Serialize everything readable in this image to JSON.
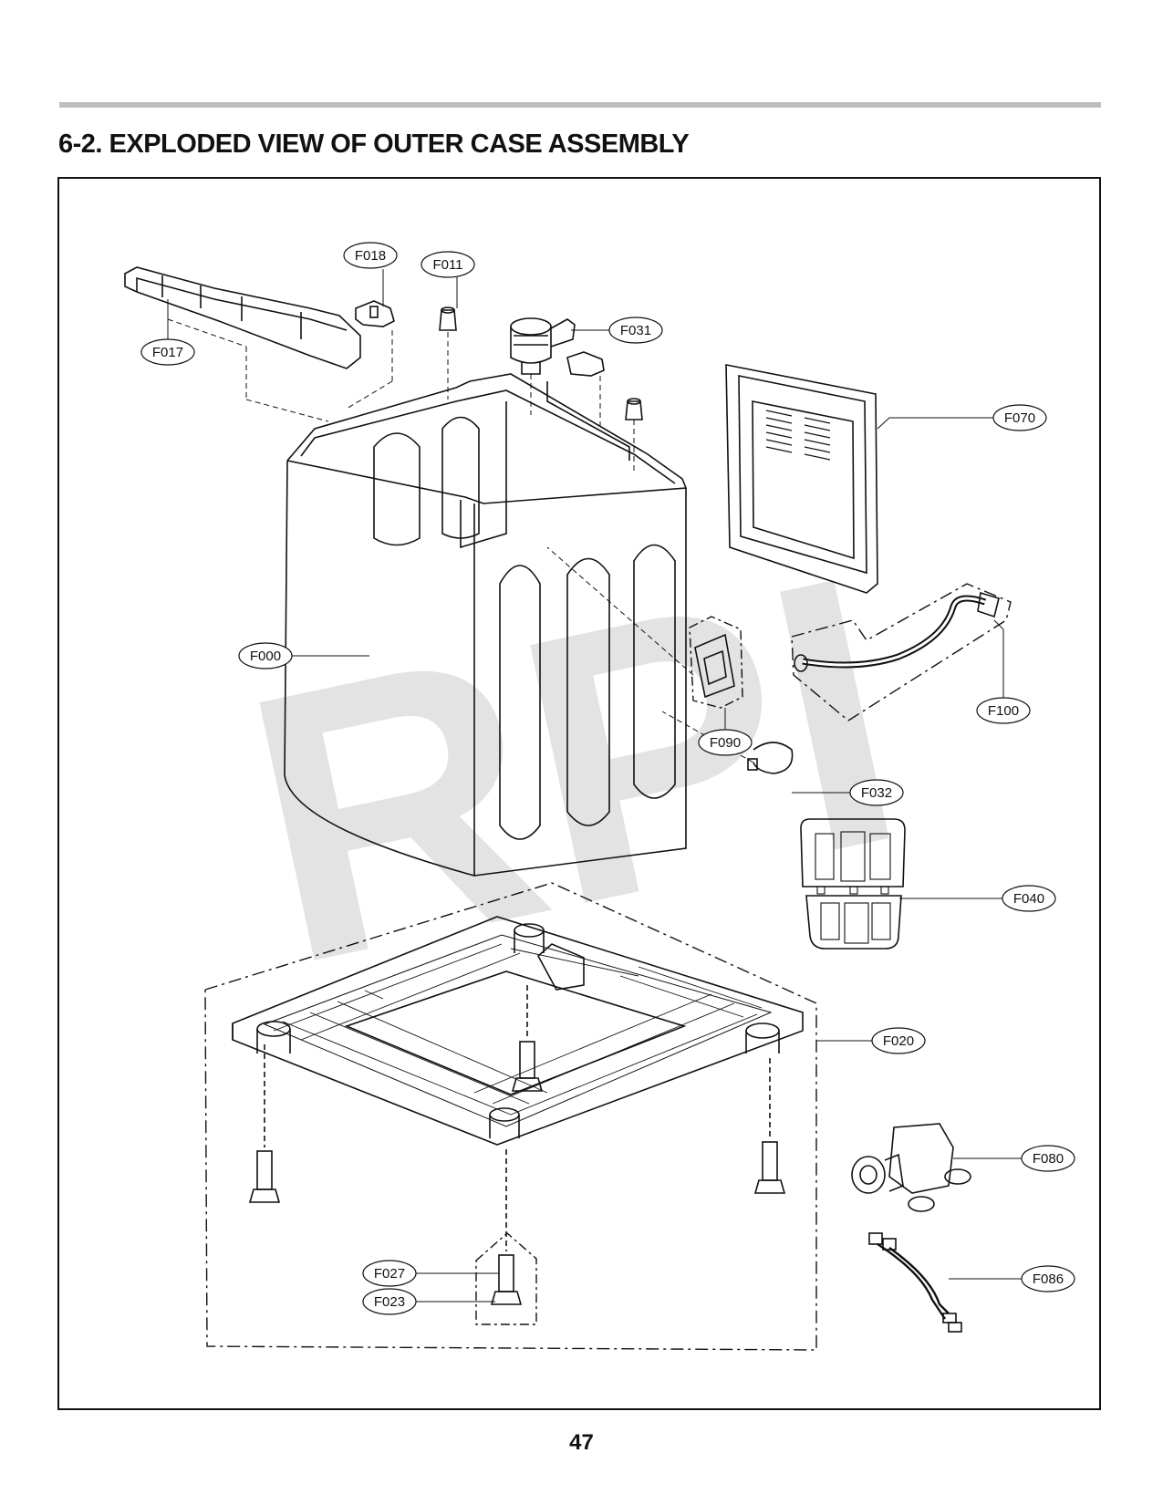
{
  "page": {
    "title": "6-2. EXPLODED VIEW OF OUTER CASE ASSEMBLY",
    "page_number": "47",
    "watermark": "RPI"
  },
  "parts": [
    {
      "id": "F000",
      "label": "F000"
    },
    {
      "id": "F011",
      "label": "F011"
    },
    {
      "id": "F017",
      "label": "F017"
    },
    {
      "id": "F018",
      "label": "F018"
    },
    {
      "id": "F020",
      "label": "F020"
    },
    {
      "id": "F023",
      "label": "F023"
    },
    {
      "id": "F027",
      "label": "F027"
    },
    {
      "id": "F031",
      "label": "F031"
    },
    {
      "id": "F032",
      "label": "F032"
    },
    {
      "id": "F040",
      "label": "F040"
    },
    {
      "id": "F070",
      "label": "F070"
    },
    {
      "id": "F080",
      "label": "F080"
    },
    {
      "id": "F086",
      "label": "F086"
    },
    {
      "id": "F090",
      "label": "F090"
    },
    {
      "id": "F100",
      "label": "F100"
    }
  ],
  "colors": {
    "line": "#111111",
    "rule": "#bdbdbd",
    "watermark": "#e3e3e3"
  }
}
